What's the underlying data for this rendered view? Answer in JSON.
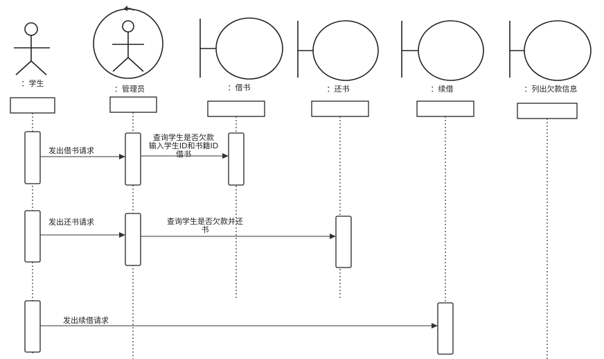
{
  "participants": [
    {
      "name": "：学生"
    },
    {
      "name": "：管理员"
    },
    {
      "name": "：借书"
    },
    {
      "name": "：还书"
    },
    {
      "name": "：续借"
    },
    {
      "name": "：列出欠款信息"
    }
  ],
  "messages": [
    {
      "text": "发出借书请求"
    },
    {
      "lines": [
        "查询学生是否欠款",
        "输入学生ID和书籍ID",
        "借书"
      ]
    },
    {
      "text": "发出还书请求"
    },
    {
      "lines": [
        "查询学生是否欠款并还",
        "书"
      ]
    },
    {
      "text": "发出续借请求"
    }
  ]
}
